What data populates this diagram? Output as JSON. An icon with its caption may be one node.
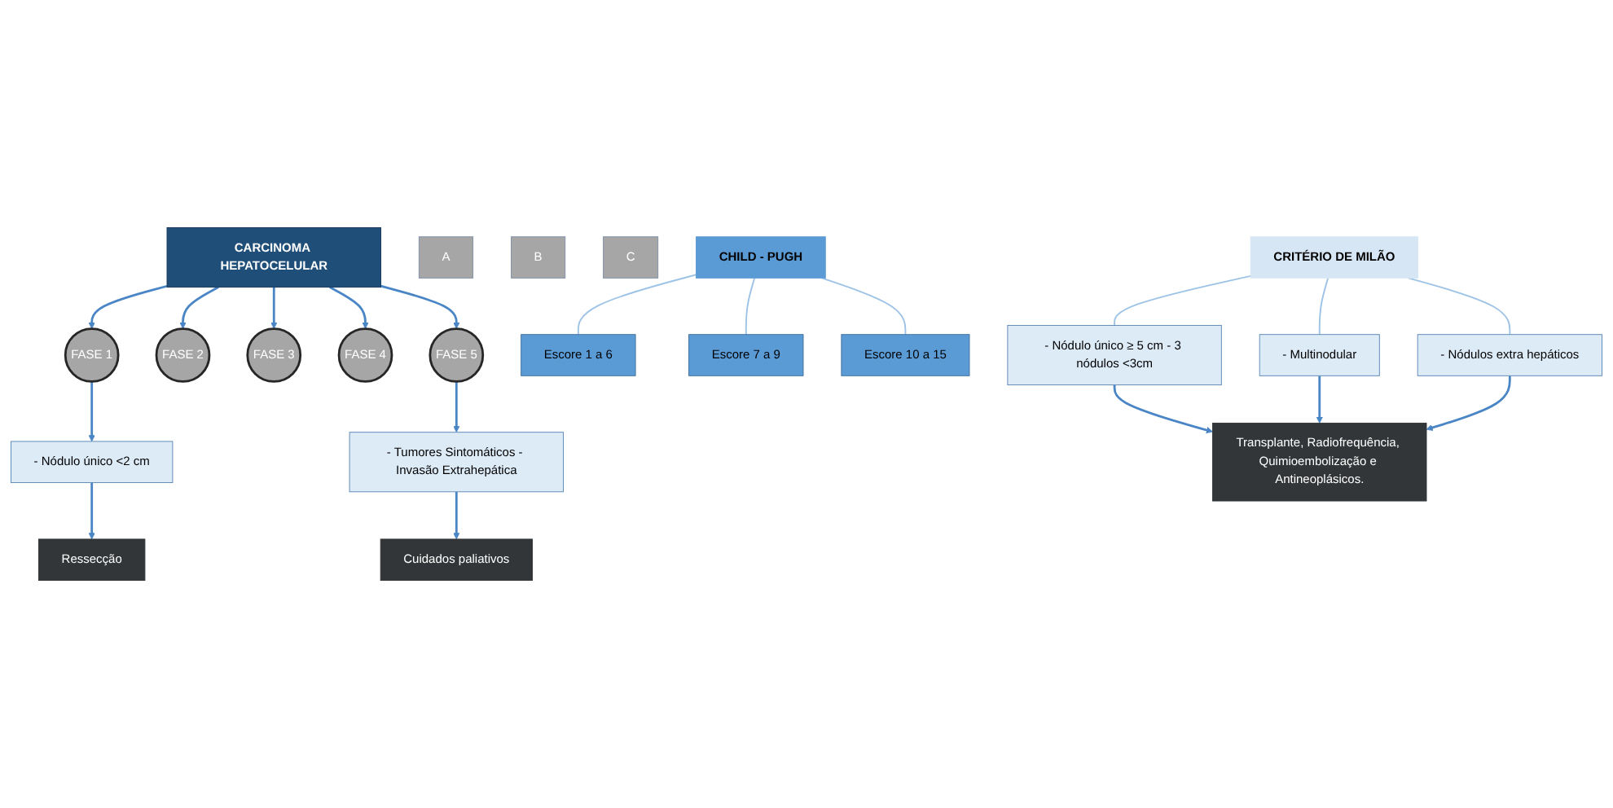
{
  "diagram": {
    "nodes": [
      {
        "text": [
          "CARCINOMA HEPATOCELULAR"
        ]
      },
      {
        "text": [
          "FASE 1"
        ]
      },
      {
        "text": [
          "FASE 2"
        ]
      },
      {
        "text": [
          "FASE 3"
        ]
      },
      {
        "text": [
          "FASE 4"
        ]
      },
      {
        "text": [
          "FASE 5"
        ]
      },
      {
        "text": [
          "A"
        ]
      },
      {
        "text": [
          "B"
        ]
      },
      {
        "text": [
          "C"
        ]
      },
      {
        "text": [
          "CHILD - PUGH"
        ]
      },
      {
        "text": [
          "Escore 1 a 6"
        ]
      },
      {
        "text": [
          "Escore 7 a 9"
        ]
      },
      {
        "text": [
          "Escore 10 a 15"
        ]
      },
      {
        "text": [
          "CRITÉRIO DE MILÃO"
        ]
      },
      {
        "text": [
          "- Nódulo único <2 cm"
        ]
      },
      {
        "text": [
          "- Nódulo único ≥ 5 cm - 3 nódulos <3cm"
        ]
      },
      {
        "text": [
          "- Multinodular"
        ]
      },
      {
        "text": [
          "- Nódulos extra hepáticos"
        ]
      },
      {
        "text": [
          "- Tumores Sintomáticos - Invasão Extrahepática"
        ]
      },
      {
        "text": [
          "Ressecção"
        ]
      },
      {
        "text": [
          "Transplante, Radiofrequência, Quimioembolização e Antineoplásicos."
        ]
      },
      {
        "text": [
          "Cuidados paliativos"
        ]
      }
    ],
    "edges": [
      {
        "from": 0,
        "to": 1,
        "arrow": "to"
      },
      {
        "from": 0,
        "to": 2,
        "arrow": "to"
      },
      {
        "from": 0,
        "to": 3,
        "arrow": "to"
      },
      {
        "from": 0,
        "to": 4,
        "arrow": "to"
      },
      {
        "from": 0,
        "to": 5,
        "arrow": "to"
      },
      {
        "from": 9,
        "to": 10,
        "arrow": "none",
        "color": "#9dc3e6"
      },
      {
        "from": 9,
        "to": 11,
        "arrow": "none",
        "color": "#9dc3e6"
      },
      {
        "from": 9,
        "to": 12,
        "arrow": "none",
        "color": "#9dc3e6"
      },
      {
        "from": 13,
        "to": 15,
        "arrow": "none",
        "color": "#9dc3e6"
      },
      {
        "from": 13,
        "to": 16,
        "arrow": "none",
        "color": "#9dc3e6"
      },
      {
        "from": 13,
        "to": 17,
        "arrow": "none",
        "color": "#9dc3e6"
      },
      {
        "from": 1,
        "to": 14,
        "arrow": "to"
      },
      {
        "from": 5,
        "to": 18,
        "arrow": "to"
      },
      {
        "from": 14,
        "to": 19,
        "arrow": "to"
      },
      {
        "from": 15,
        "to": 20,
        "arrow": "to"
      },
      {
        "from": 16,
        "to": 20,
        "arrow": "to"
      },
      {
        "from": 17,
        "to": 20,
        "arrow": "to"
      },
      {
        "from": 18,
        "to": 21,
        "arrow": "to"
      }
    ]
  }
}
